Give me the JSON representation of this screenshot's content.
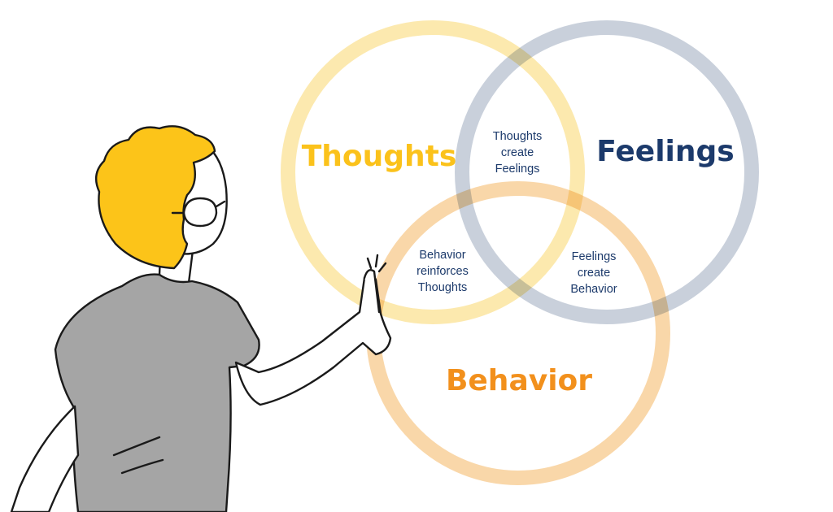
{
  "diagram": {
    "circles": {
      "thoughts": {
        "label": "Thoughts",
        "color": "#fce7a6",
        "label_color": "#fbc21b"
      },
      "feelings": {
        "label": "Feelings",
        "color": "#c4ccd8",
        "label_color": "#1c3a6b"
      },
      "behavior": {
        "label": "Behavior",
        "color": "#f9d3a0",
        "label_color": "#f2901c"
      }
    },
    "intersections": {
      "thoughts_feelings": [
        "Thoughts",
        "create",
        "Feelings"
      ],
      "behavior_thoughts": [
        "Behavior",
        "reinforces",
        "Thoughts"
      ],
      "feelings_behavior": [
        "Feelings",
        "create",
        "Behavior"
      ]
    }
  },
  "illustration": {
    "hair_color": "#fcc419",
    "shirt_color": "#a5a5a5",
    "skin_color": "#ffffff",
    "outline_color": "#1a1a1a"
  }
}
